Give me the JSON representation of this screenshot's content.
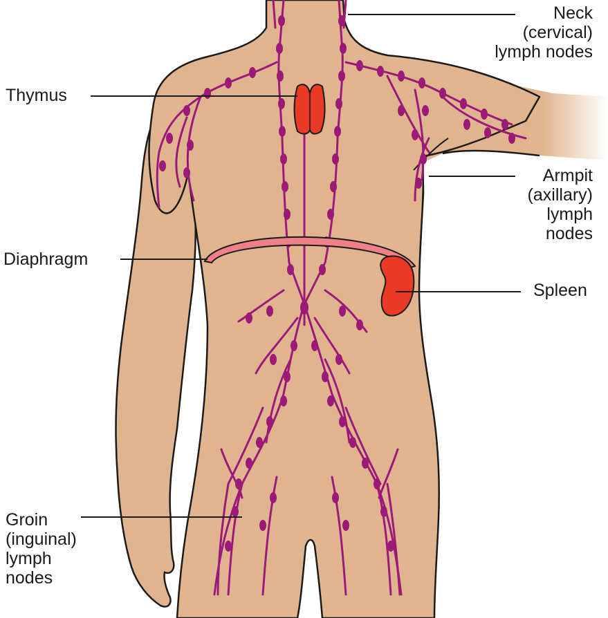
{
  "labels": {
    "neck": [
      "Neck",
      "(cervical)",
      "lymph nodes"
    ],
    "thymus": [
      "Thymus"
    ],
    "armpit": [
      "Armpit",
      "(axillary)",
      "lymph",
      "nodes"
    ],
    "diaphragm": [
      "Diaphragm"
    ],
    "spleen": [
      "Spleen"
    ],
    "groin": [
      "Groin",
      "(inguinal)",
      "lymph",
      "nodes"
    ]
  },
  "colors": {
    "skin": "#e0b48e",
    "outline": "#1a1a1a",
    "lymph": "#9b1a78",
    "organ": "#ea3a25",
    "diaphragm": "#f08088",
    "label_line": "#1a1a1a"
  }
}
